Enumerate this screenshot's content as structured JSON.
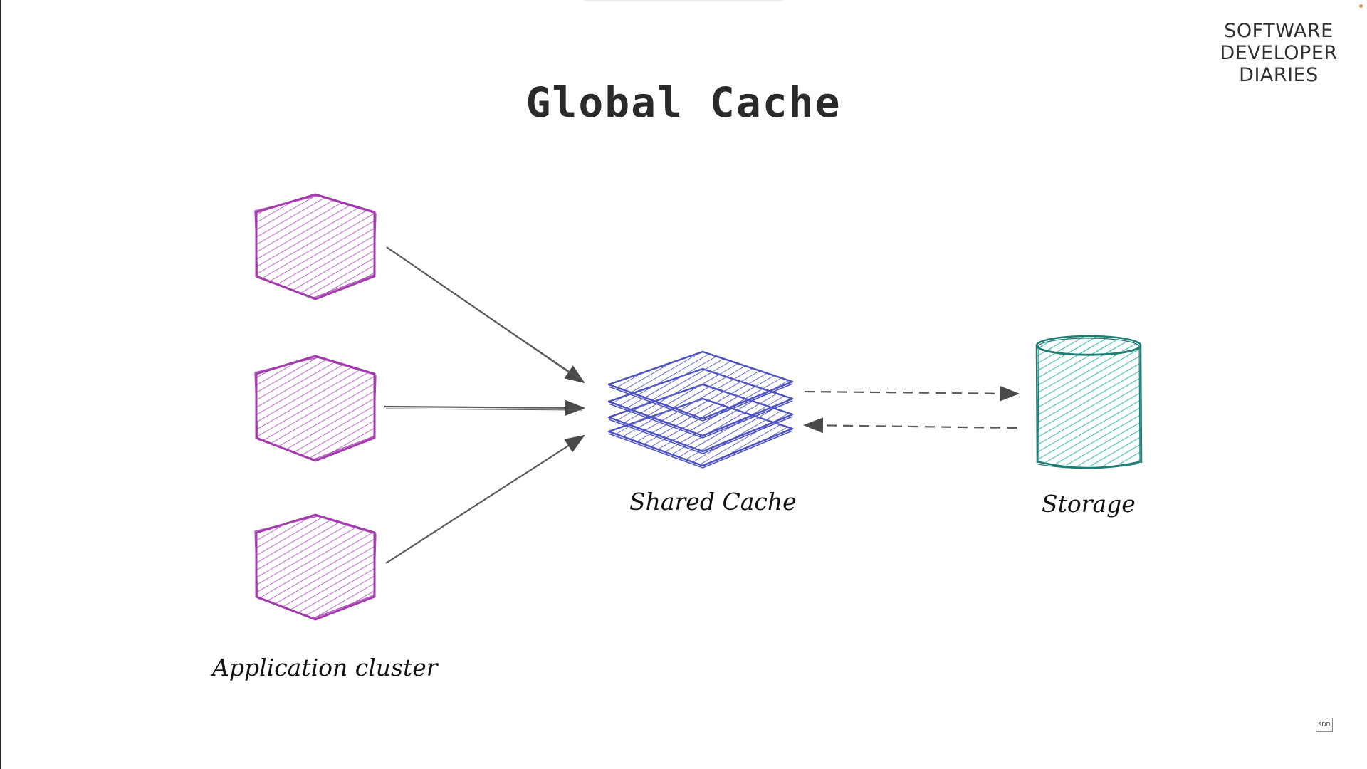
{
  "title": "Global Cache",
  "brand": {
    "line1": "SOFTWARE",
    "line2": "DEVELOPER",
    "line3": "DIARIES"
  },
  "nodes": {
    "application_cluster": {
      "label": "Application cluster",
      "count": 3,
      "color": "#a83bb5",
      "fill": "#c77ed0"
    },
    "shared_cache": {
      "label": "Shared Cache",
      "color": "#4a4fc0",
      "fill": "#6d72d6"
    },
    "storage": {
      "label": "Storage",
      "color": "#1e7d73",
      "fill": "#3bb5a6"
    }
  },
  "badge": "SDD",
  "colors": {
    "arrow": "#4a4a4a",
    "background": "#ffffff"
  }
}
